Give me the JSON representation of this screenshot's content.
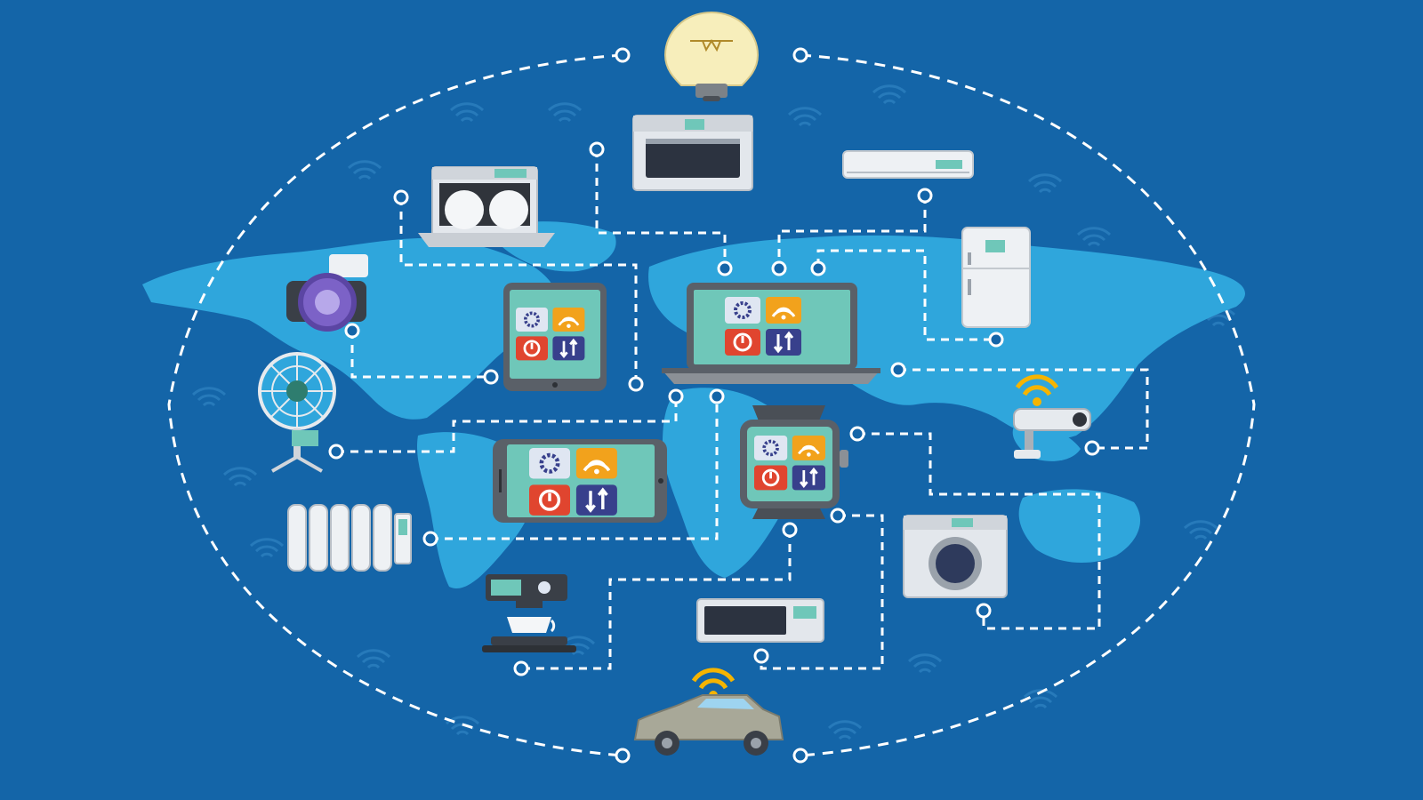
{
  "colors": {
    "background": "#1465a8",
    "map": "#2fa6dc",
    "map_dark": "#1f86c2",
    "wifi_ghost": "#2a7dbd",
    "connector": "#ffffff",
    "screen": "#6fc7b9",
    "tile_settings": "#dfe6f2",
    "tile_wifi": "#f2a21c",
    "tile_power": "#e0452f",
    "tile_transfer": "#38408c",
    "device_body": "#5a6068",
    "appliance": "#e9edf2",
    "bulb": "#f7eebb",
    "wifi_signal": "#f5b400"
  },
  "hub_devices": [
    {
      "name": "tablet-small",
      "icon": "tablet-icon"
    },
    {
      "name": "laptop",
      "icon": "laptop-icon"
    },
    {
      "name": "tablet-landscape",
      "icon": "tablet-icon"
    },
    {
      "name": "smartwatch",
      "icon": "smartwatch-icon"
    }
  ],
  "app_tiles": [
    "settings-icon",
    "wifi-icon",
    "power-icon",
    "transfer-icon"
  ],
  "connected_things": [
    "light-bulb-icon",
    "oven-icon",
    "air-conditioner-icon",
    "dishwasher-icon",
    "refrigerator-icon",
    "camera-icon",
    "security-camera-icon",
    "fan-icon",
    "radiator-icon",
    "washing-machine-icon",
    "coffee-machine-icon",
    "microwave-icon",
    "car-icon"
  ]
}
